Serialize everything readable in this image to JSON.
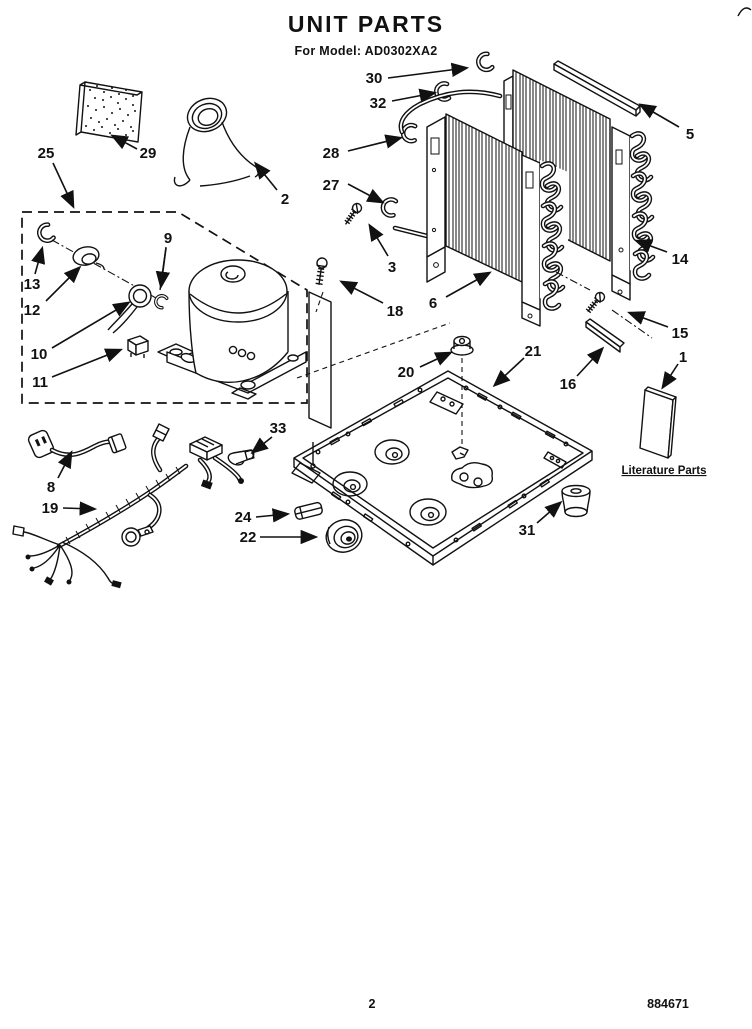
{
  "page": {
    "title": "UNIT PARTS",
    "subtitle": "For Model: AD0302XA2",
    "literature_section_label": "Literature Parts",
    "footer": {
      "page_number": "2",
      "doc_number": "884671"
    }
  },
  "callouts": {
    "c1": "1",
    "c2": "2",
    "c3": "3",
    "c5": "5",
    "c6": "6",
    "c8": "8",
    "c9": "9",
    "c10": "10",
    "c11": "11",
    "c12": "12",
    "c13": "13",
    "c14": "14",
    "c15": "15",
    "c16": "16",
    "c18": "18",
    "c19": "19",
    "c20": "20",
    "c21": "21",
    "c22": "22",
    "c24": "24",
    "c25": "25",
    "c27": "27",
    "c28": "28",
    "c29": "29",
    "c30": "30",
    "c31": "31",
    "c32": "32",
    "c33": "33"
  }
}
